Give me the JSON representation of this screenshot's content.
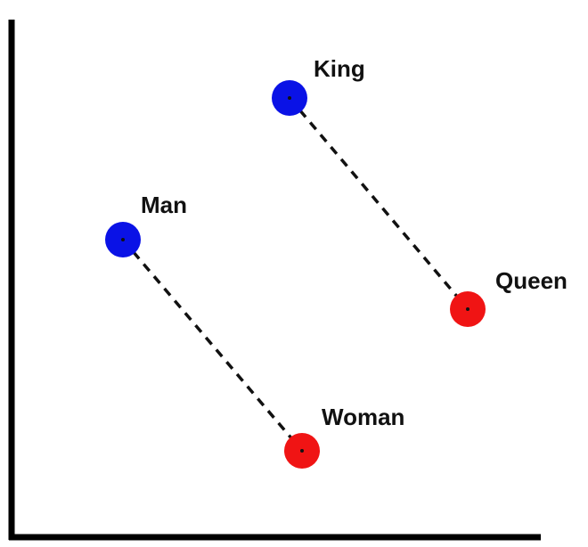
{
  "diagram": {
    "nodes": [
      {
        "id": "king",
        "label": "King",
        "group": "male"
      },
      {
        "id": "queen",
        "label": "Queen",
        "group": "female"
      },
      {
        "id": "man",
        "label": "Man",
        "group": "male"
      },
      {
        "id": "woman",
        "label": "Woman",
        "group": "female"
      }
    ],
    "edges": [
      {
        "from": "king",
        "to": "queen",
        "style": "dashed"
      },
      {
        "from": "man",
        "to": "woman",
        "style": "dashed"
      }
    ],
    "colors": {
      "male": "#0a12e6",
      "female": "#f01414",
      "axis": "#000000",
      "edge": "#111111"
    }
  }
}
